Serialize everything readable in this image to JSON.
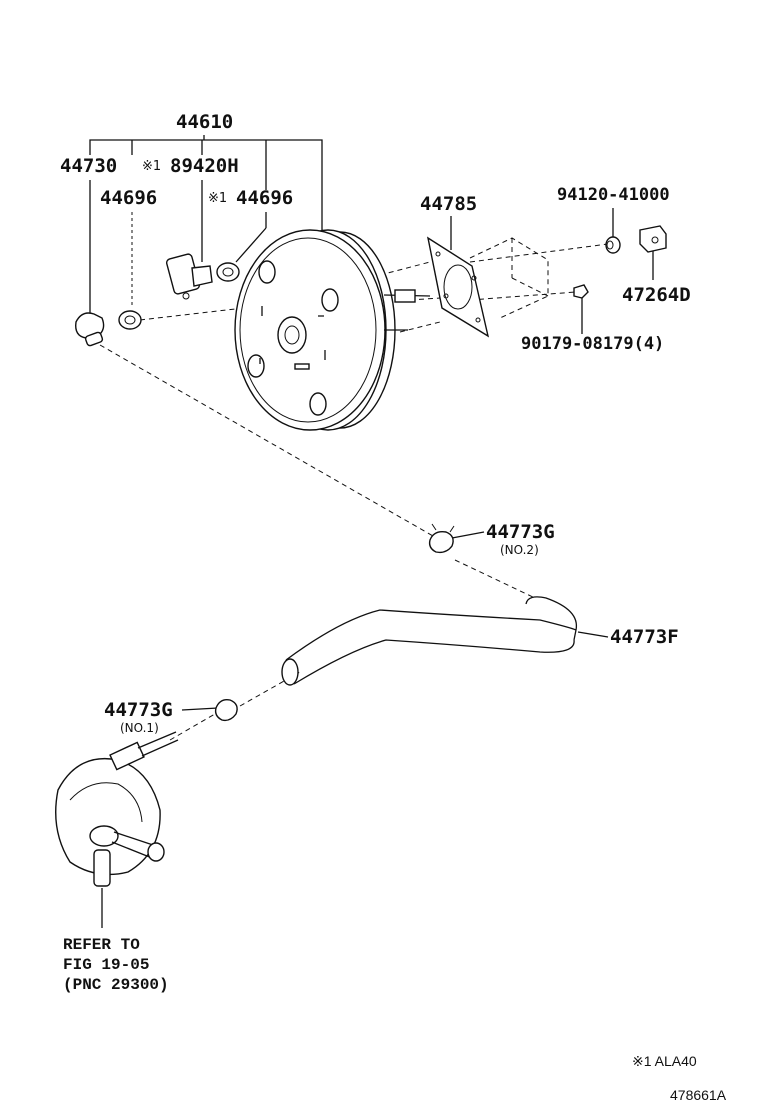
{
  "callouts": {
    "p44610": "44610",
    "p44730": "44730",
    "p89420h": "89420H",
    "p44696_a": "44696",
    "p44696_b": "44696",
    "p44785": "44785",
    "p94120": "94120-41000",
    "p47264d": "47264D",
    "p90179": "90179-08179(4)",
    "p44773g_no2": "44773G",
    "p44773g_no2_sub": "(NO.2)",
    "p44773f": "44773F",
    "p44773g_no1": "44773G",
    "p44773g_no1_sub": "(NO.1)"
  },
  "marks": {
    "m1": "※1",
    "m2": "※1"
  },
  "refer": {
    "line1": "REFER TO",
    "line2": "FIG 19-05",
    "line3": "(PNC 29300)"
  },
  "footnote": {
    "applicability": "※1 ALA40",
    "diagram_id": "478661A"
  }
}
